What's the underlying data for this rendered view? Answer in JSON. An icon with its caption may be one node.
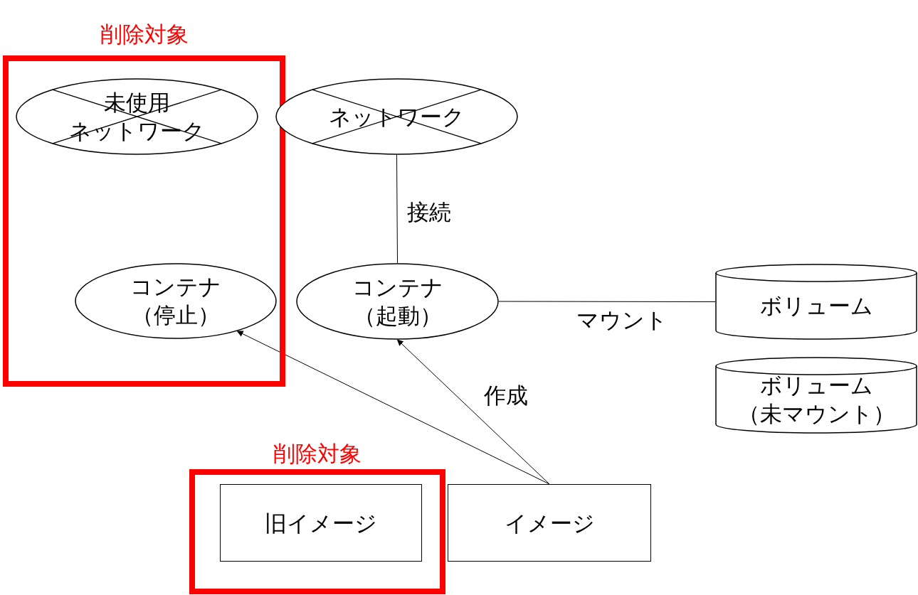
{
  "diagram": {
    "nodes": [
      {
        "text": [
          "削除対象"
        ]
      },
      {
        "text": [
          "未使用ネットワーク"
        ],
        "in": 0
      },
      {
        "text": [
          "コンテナ（停止）"
        ],
        "in": 0
      },
      {
        "text": [
          "ネットワーク"
        ]
      },
      {
        "text": [
          "コンテナ（起動）"
        ]
      },
      {
        "text": [
          "ボリューム"
        ]
      },
      {
        "text": [
          "ボリューム（未マウント）"
        ]
      },
      {
        "text": [
          "削除対象"
        ]
      },
      {
        "text": [
          "旧イメージ"
        ],
        "in": 7
      },
      {
        "text": [
          "イメージ"
        ]
      }
    ],
    "edges": [
      {
        "from": 3,
        "to": 4,
        "arrow": "none",
        "label": "接続"
      },
      {
        "from": 4,
        "to": 5,
        "arrow": "none",
        "label": "マウント"
      },
      {
        "from": 9,
        "to": 4,
        "arrow": "to",
        "label": "作成"
      },
      {
        "from": 9,
        "to": 2,
        "arrow": "to"
      }
    ]
  }
}
